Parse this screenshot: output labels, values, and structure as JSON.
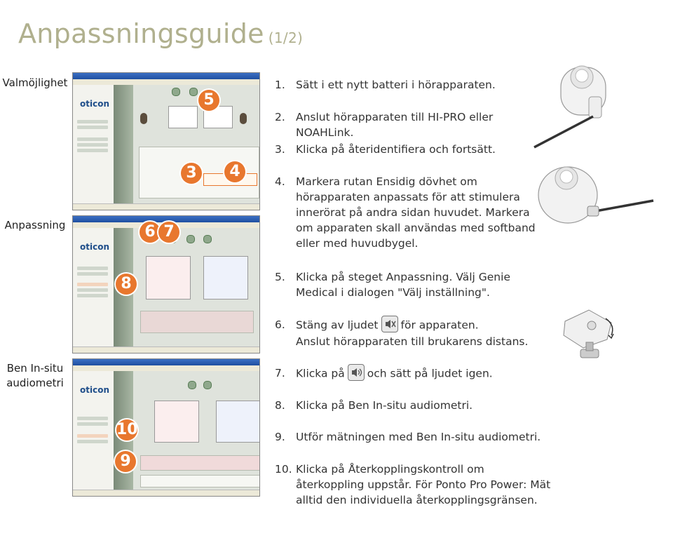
{
  "header": {
    "title": "Anpassningsguide",
    "subtitle": "(1/2)"
  },
  "sections": {
    "valmojlighet": "Valmöjlighet",
    "anpassning": "Anpassning",
    "ben_insitu_line1": "Ben In-situ",
    "ben_insitu_line2": "audiometri"
  },
  "badges": [
    "5",
    "3",
    "4",
    "6",
    "7",
    "8",
    "10",
    "9"
  ],
  "screenshots": {
    "brand": "oticon"
  },
  "steps": [
    {
      "num": "1.",
      "text": "Sätt i ett nytt batteri i hörapparaten."
    },
    {
      "num": "2.",
      "text": "Anslut hörapparaten till HI-PRO eller NOAHLink."
    },
    {
      "num": "3.",
      "text": "Klicka på återidentifiera och fortsätt."
    },
    {
      "num": "4.",
      "text": "Markera rutan Ensidig dövhet om hörapparaten anpassats för att stimulera innerörat på andra sidan huvudet. Markera om apparaten skall användas med softband eller med huvudbygel."
    },
    {
      "num": "5.",
      "text": "Klicka på steget Anpassning. Välj Genie Medical i dialogen \"Välj inställning\"."
    },
    {
      "num": "6.",
      "text_before": "Stäng av ljudet",
      "text_after": "för apparaten.",
      "text_line2": "Anslut hörapparaten till brukarens distans."
    },
    {
      "num": "7.",
      "text_before": "Klicka på",
      "text_after": "och sätt på ljudet igen."
    },
    {
      "num": "8.",
      "text": "Klicka på Ben In-situ audiometri."
    },
    {
      "num": "9.",
      "text": "Utför mätningen med Ben In-situ audiometri."
    },
    {
      "num": "10.",
      "text": "Klicka på Återkopplingskontroll om återkoppling uppstår. För Ponto Pro Power: Mät alltid den individuella återkopplingsgränsen."
    }
  ],
  "icons": {
    "mute": "speaker-mute-icon",
    "unmute": "speaker-icon"
  },
  "colors": {
    "title": "#b0b08e",
    "badge": "#e8772e",
    "brand": "#1f4e8a"
  }
}
